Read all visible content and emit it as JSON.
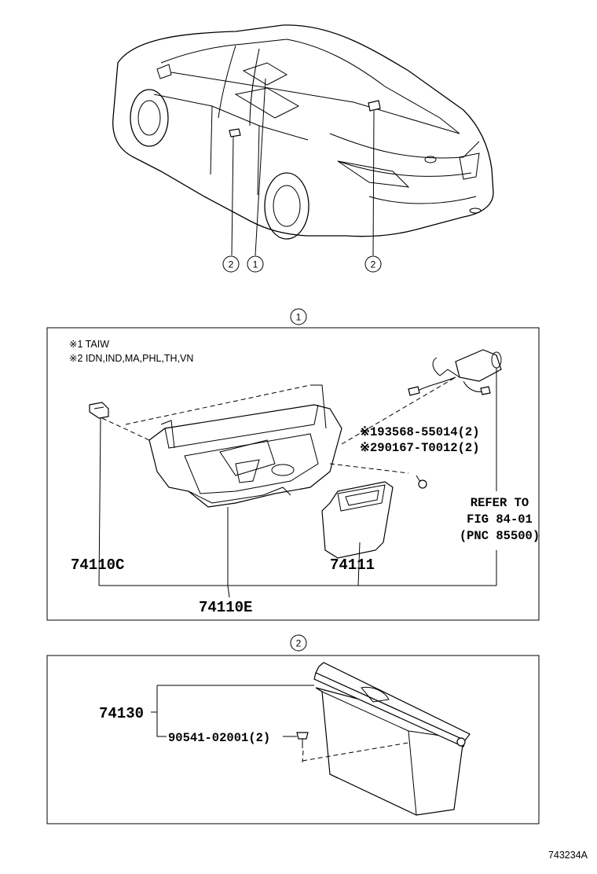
{
  "callouts": {
    "car_left": "2",
    "car_middle": "1",
    "car_right": "2",
    "section1": "1",
    "section2": "2"
  },
  "section1": {
    "note1": "※1 TAIW",
    "note2": "※2 IDN,IND,MA,PHL,TH,VN",
    "part_a": "※193568-55014(2)",
    "part_b": "※290167-T0012(2)",
    "refer_line1": "REFER TO",
    "refer_line2": "FIG 84-01",
    "refer_line3": "(PNC 85500)",
    "label_left": "74110C",
    "label_center": "74111",
    "label_bottom": "74110E"
  },
  "section2": {
    "label_main": "74130",
    "label_clip": "90541-02001(2)"
  },
  "figure_code": "743234A"
}
